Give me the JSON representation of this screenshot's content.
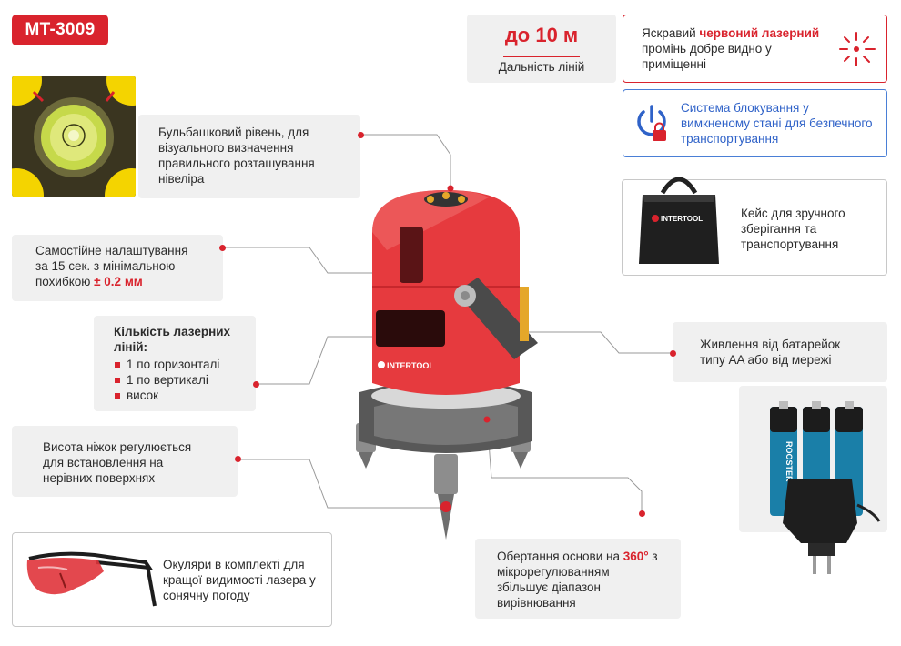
{
  "model_badge": "MT-3009",
  "range": {
    "value": "до 10 м",
    "label": "Дальність ліній"
  },
  "laser_beam": {
    "text_before": "Яскравий ",
    "text_accent": "червоний лазерний",
    "text_after": " промінь добре видно у приміщенні"
  },
  "lock_system": {
    "text": "Система блокування у вимкненому стані для безпечного транспортування"
  },
  "case": {
    "text": "Кейс для зручного зберігання та транспортування",
    "bag_brand": "INTERTOOL"
  },
  "bubble_level": {
    "text": "Бульбашковий рівень, для візуального визначення правильного розташування нівеліра"
  },
  "self_leveling": {
    "text_before": "Самостійне налаштування за 15 сек. з мінімальною похибкою ",
    "text_accent": "± 0.2 мм"
  },
  "laser_lines": {
    "title": "Кількість лазерних ліній:",
    "items": [
      "1 по горизонталі",
      "1 по вертикалі",
      "висок"
    ]
  },
  "power": {
    "text": "Живлення від батарейок типу AA або від мережі",
    "battery_brand": "ROOSTER"
  },
  "legs": {
    "text": "Висота ніжок регулюється для встановлення на нерівних поверхнях"
  },
  "rotation": {
    "text_before": "Обертання основи на ",
    "text_accent": "360°",
    "text_after": " з мікрорегулюванням збільшує діапазон вирівнювання"
  },
  "glasses": {
    "text": "Окуляри в комплекті для кращої видимості лазера у сонячну погоду"
  },
  "device_brand": "INTERTOOL",
  "colors": {
    "accent_red": "#d9232d",
    "lock_blue": "#2f62c8",
    "card_gray": "#f0f0f0"
  },
  "icons": [
    "laser-beam-icon",
    "power-lock-icon"
  ]
}
